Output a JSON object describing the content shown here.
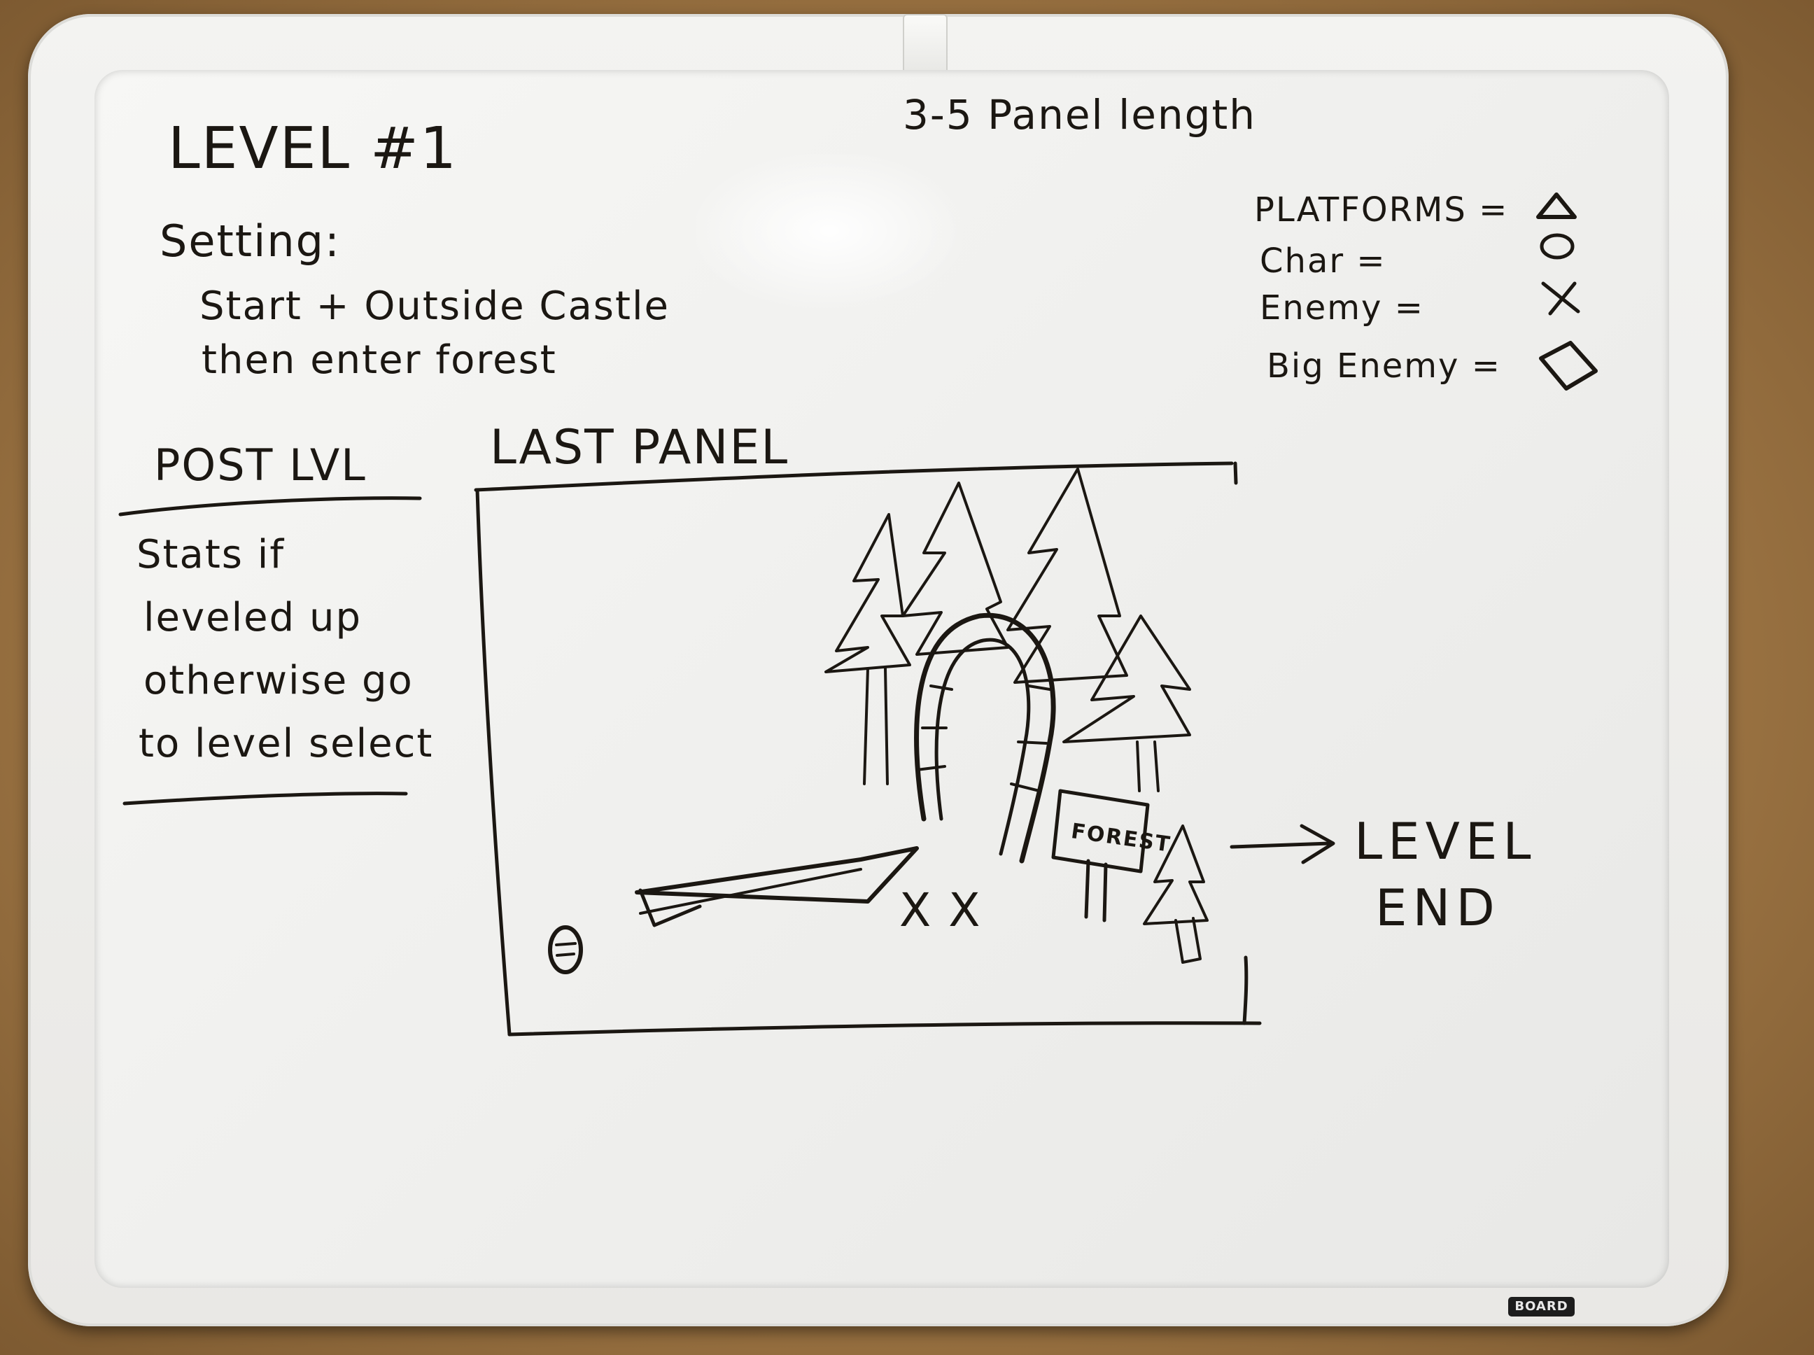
{
  "board": {
    "title": "LEVEL #1",
    "panel_length": "3-5 Panel length",
    "setting": {
      "label": "Setting:",
      "line1": "Start + Outside Castle",
      "line2": "then enter forest"
    },
    "legend": [
      {
        "label": "PLATFORMS =",
        "symbol": "triangle-icon"
      },
      {
        "label": "Char =",
        "symbol": "circle-icon"
      },
      {
        "label": "Enemy =",
        "symbol": "x-icon"
      },
      {
        "label": "Big Enemy =",
        "symbol": "square-icon"
      }
    ],
    "post_level": {
      "heading": "POST LVL",
      "lines": [
        "Stats if",
        "leveled up",
        "otherwise go",
        "to level select"
      ]
    },
    "last_panel": {
      "heading": "LAST PANEL",
      "enemies": "X X",
      "sign": "FOREST"
    },
    "level_end": {
      "line1": "LEVEL",
      "line2": "END"
    },
    "brand": "BOARD"
  }
}
